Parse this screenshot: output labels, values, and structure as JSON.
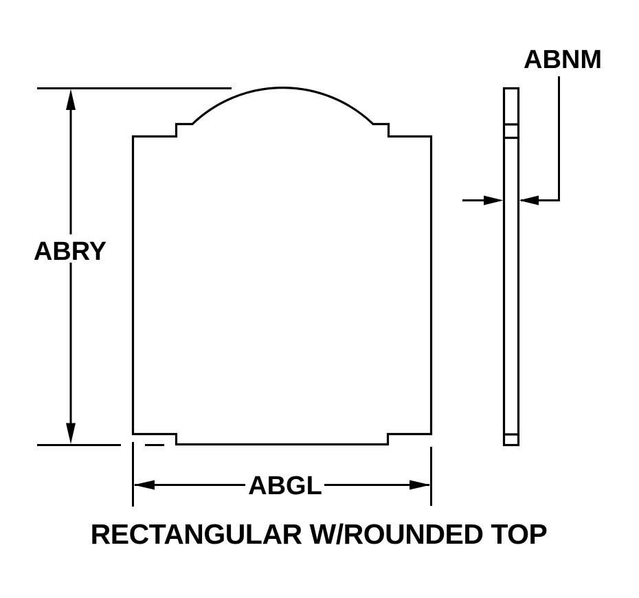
{
  "drawing": {
    "title": "RECTANGULAR W/ROUNDED TOP",
    "labels": {
      "height": "ABRY",
      "width": "ABGL",
      "thickness": "ABNM"
    },
    "colors": {
      "line": "#000000",
      "background": "#ffffff",
      "text": "#000000"
    }
  }
}
